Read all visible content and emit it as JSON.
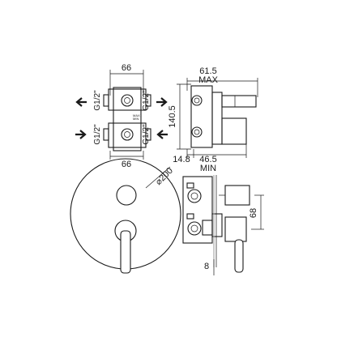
{
  "dimensions": {
    "top_width": "66",
    "bottom_width": "66",
    "depth_max": "61.5",
    "max_label": "MAX",
    "height": "140.5",
    "offset_left": "14.8",
    "depth_min": "46.5",
    "min_label": "MIN",
    "plate_diameter": "⌀200",
    "lever_height": "68",
    "lever_depth": "8"
  },
  "threads": {
    "top_left": "G1/2\"",
    "top_right": "G1/2\"",
    "bottom_left": "G1/2\"",
    "bottom_right": "G1/2\""
  },
  "body_labels": {
    "top": "MAX",
    "bottom": "MIN"
  }
}
